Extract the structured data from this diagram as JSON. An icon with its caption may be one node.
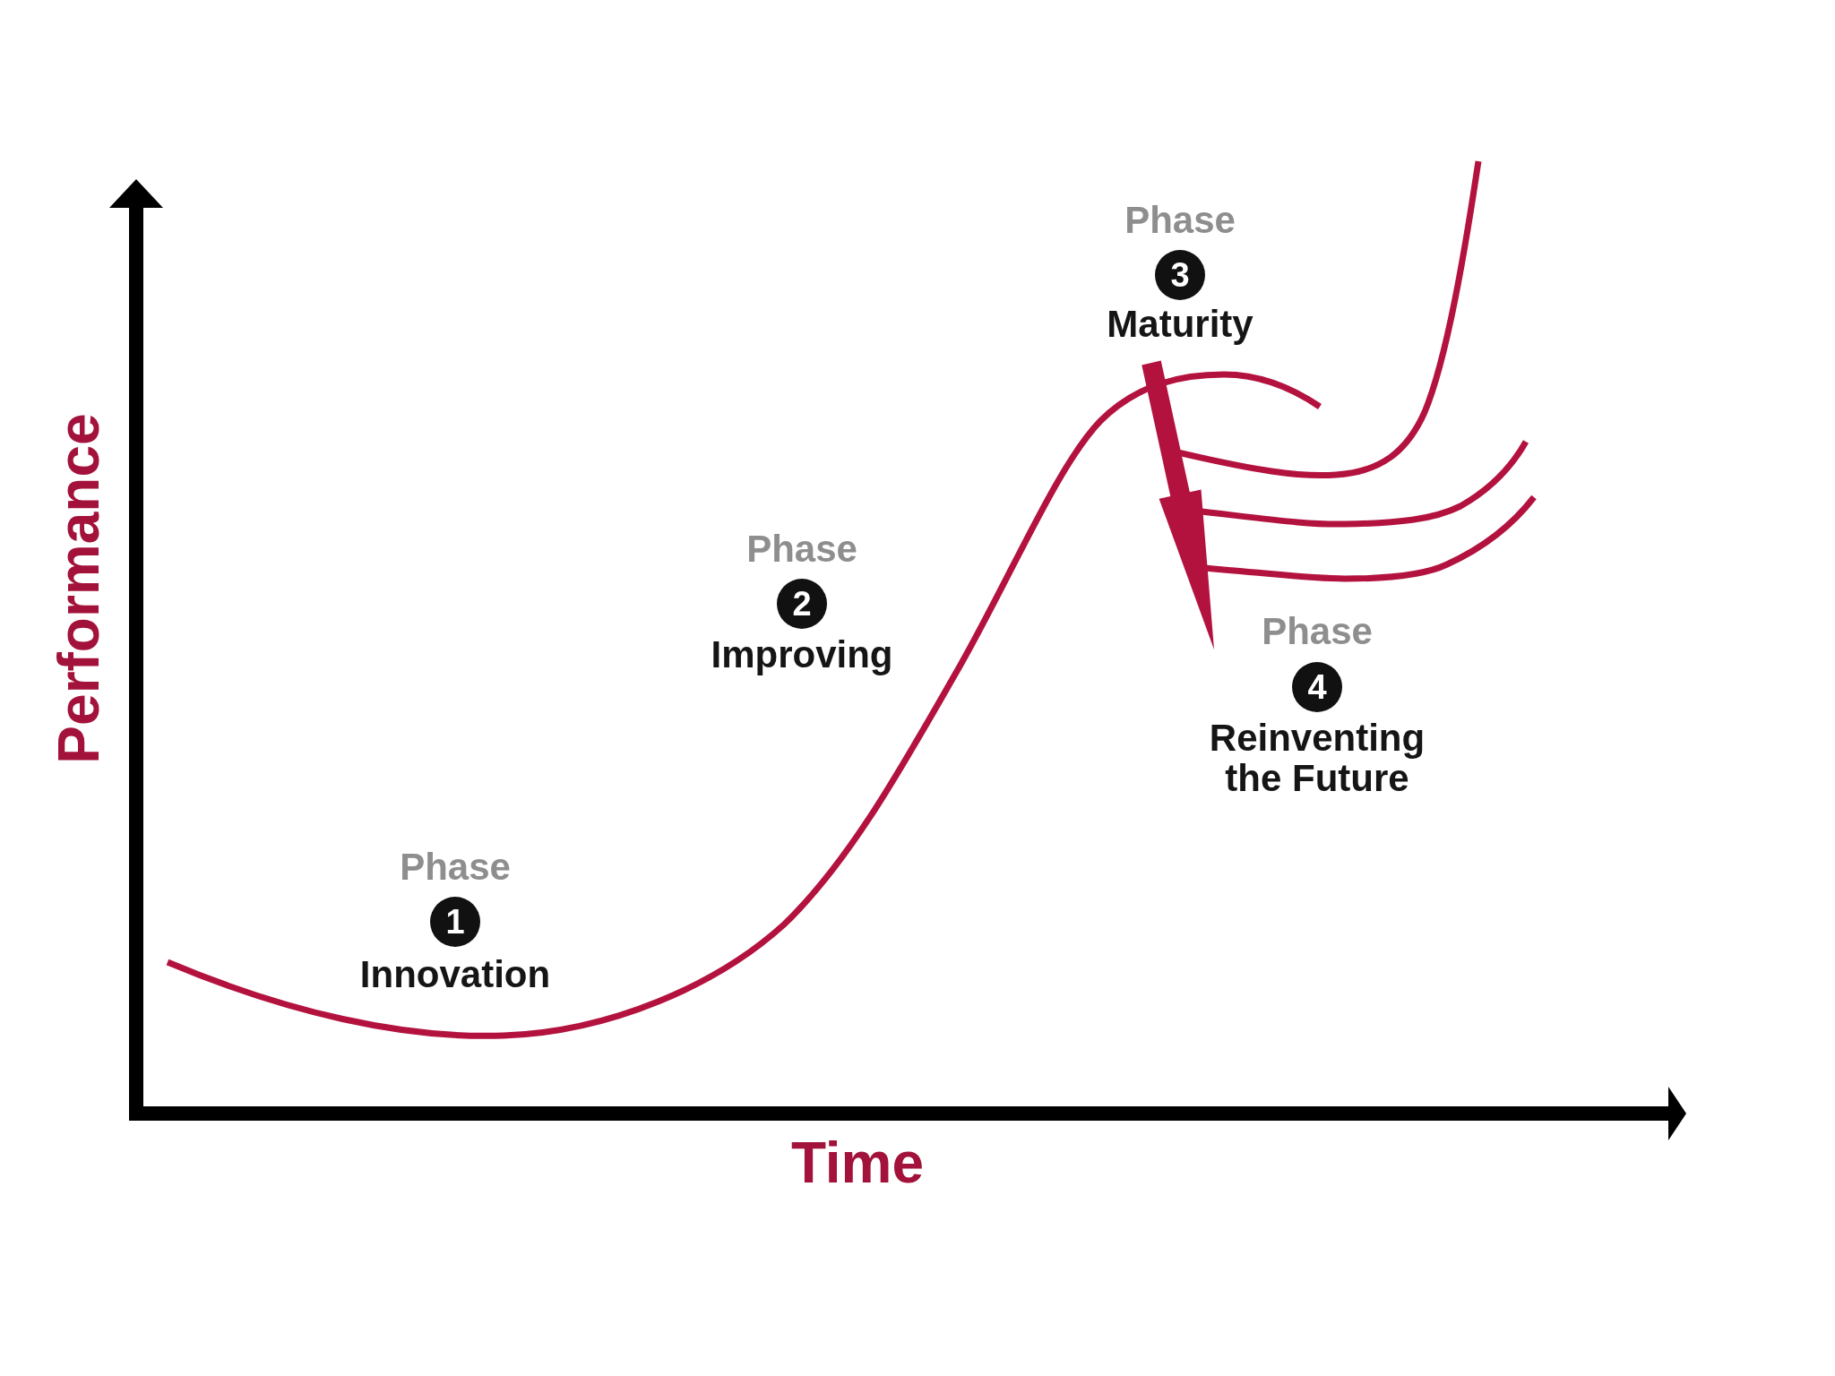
{
  "diagram": {
    "labels": [
      "Performance",
      "Phase",
      "1",
      "Innovation",
      "Phase",
      "2",
      "Improving",
      "Phase",
      "3",
      "Maturity",
      "Phase",
      "4",
      "Reinventing the Future",
      "Time"
    ]
  }
}
